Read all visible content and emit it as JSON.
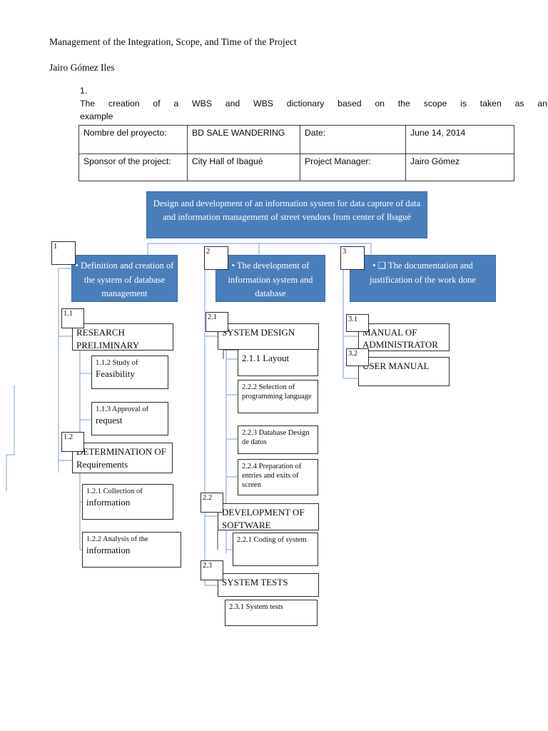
{
  "document": {
    "title": "Management of the Integration, Scope, and Time of the Project",
    "author": "Jairo Gómez Iles",
    "list": [
      {
        "number": "1.",
        "line1": "The creation of a WBS and WBS dictionary based on the scope is taken as an",
        "line2": "example"
      }
    ]
  },
  "info_table": {
    "rows": [
      {
        "label1": "Nombre del proyecto:",
        "value1": "BD SALE WANDERING",
        "label2": "Date:",
        "value2": "June 14, 2014"
      },
      {
        "label1": "Sponsor of the project:",
        "value1": "City Hall of Ibagué",
        "label2": "Project Manager:",
        "value2": "Jairo Gómez"
      }
    ]
  },
  "wbs": {
    "accent_color": "#4a7ebb",
    "root": {
      "text": "Design and development of an information system for data capture of data and information management of street vendors from center of Ibagué"
    },
    "level2": [
      {
        "tag": "1",
        "text": "•        Definition and creation of the system of database management"
      },
      {
        "tag": "2",
        "text": "•        The development of information system and database"
      },
      {
        "tag": "3",
        "text": "•  ❑        The documentation and justification of the work done"
      }
    ],
    "branch1": [
      {
        "tag": "1.1",
        "code": "",
        "title": "RESEARCH PRELIMINARY",
        "type": "major"
      },
      {
        "tag": "",
        "code": "1.1.2 Study of",
        "title": "Feasibility",
        "type": "leaf"
      },
      {
        "tag": "",
        "code": "1.1.3 Approval of",
        "title": "request",
        "type": "leaf"
      },
      {
        "tag": "1.2",
        "code": "",
        "title": "DETERMINATION OF Requirements",
        "type": "major"
      },
      {
        "tag": "",
        "code": "1.2.1 Collection of",
        "title": "information",
        "type": "leaf"
      },
      {
        "tag": "",
        "code": "1.2.2 Analysis of the",
        "title": "information",
        "type": "leaf"
      }
    ],
    "branch2": [
      {
        "tag": "2.1",
        "code": "",
        "title": "SYSTEM DESIGN",
        "type": "major"
      },
      {
        "tag": "",
        "code": "",
        "title": "2.1.1 Layout",
        "type": "leaf-title"
      },
      {
        "tag": "",
        "code": "2.2.2 Selection of programming language",
        "title": "",
        "type": "leaf-code"
      },
      {
        "tag": "",
        "code": "2.2.3 Database Design de datos",
        "title": "",
        "type": "leaf-code"
      },
      {
        "tag": "",
        "code": "2.2.4 Preparation of entries and exits of screen",
        "title": "",
        "type": "leaf-code"
      },
      {
        "tag": "2.2",
        "code": "",
        "title": "DEVELOPMENT OF SOFTWARE",
        "type": "major"
      },
      {
        "tag": "",
        "code": "2.2.1 Coding of system",
        "title": "",
        "type": "leaf-code"
      },
      {
        "tag": "2.3",
        "code": "",
        "title": "SYSTEM TESTS",
        "type": "major"
      },
      {
        "tag": "",
        "code": "2.3.1 System tests",
        "title": "",
        "type": "leaf-code"
      }
    ],
    "branch3": [
      {
        "tag": "3.1",
        "code": "",
        "title": "MANUAL OF ADMINISTRATOR",
        "type": "major"
      },
      {
        "tag": "3.2",
        "code": "",
        "title": "USER MANUAL",
        "type": "major"
      }
    ]
  }
}
